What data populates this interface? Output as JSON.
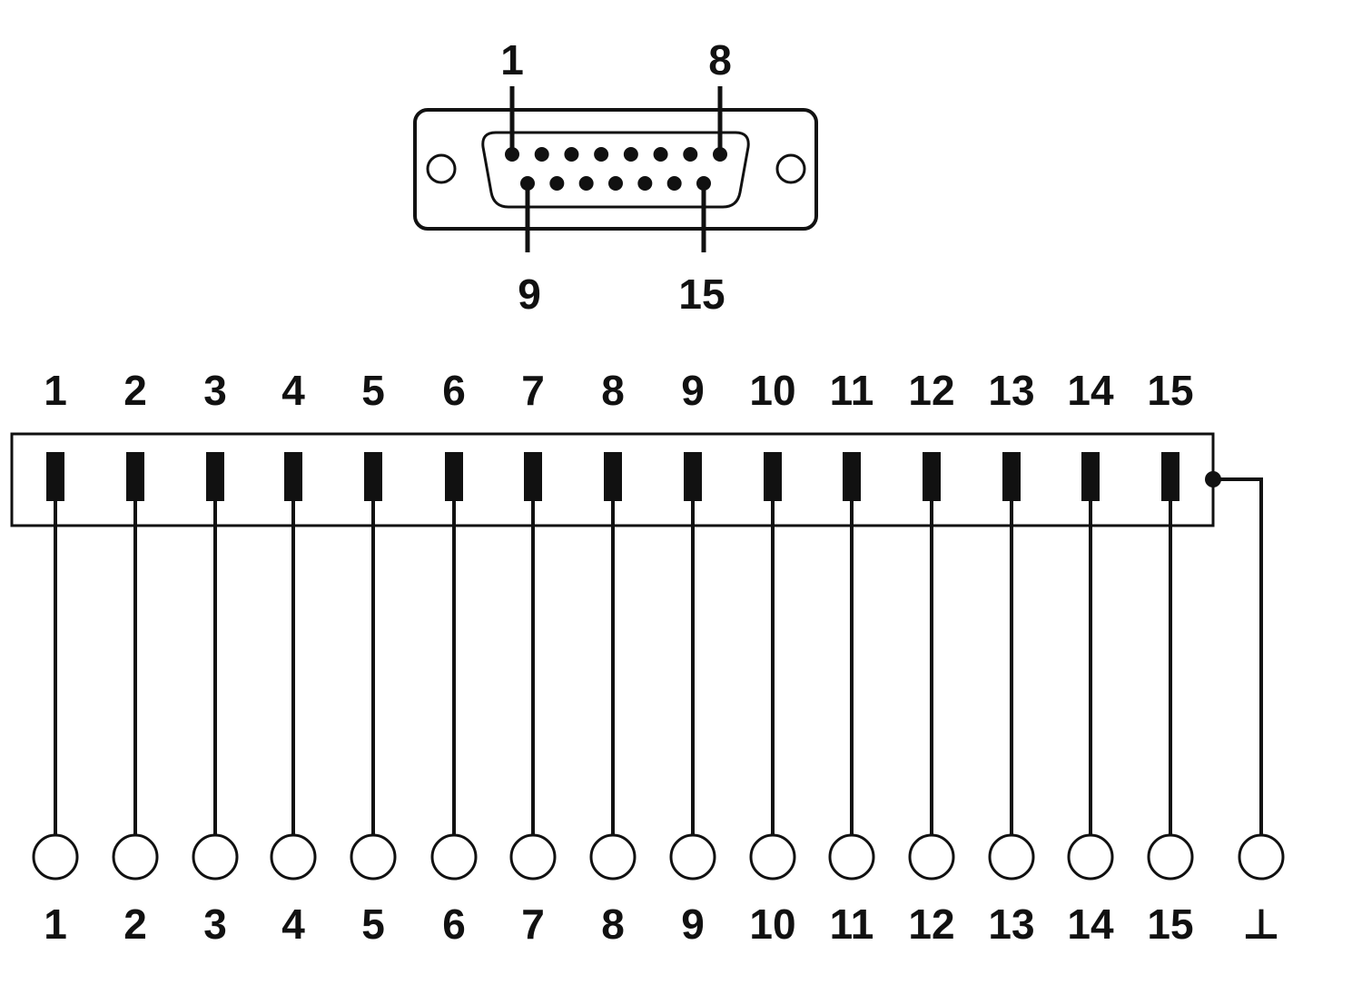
{
  "connector": {
    "top_left_label": "1",
    "top_right_label": "8",
    "bottom_left_label": "9",
    "bottom_right_label": "15",
    "top_row_pins": 8,
    "bottom_row_pins": 7
  },
  "header_labels": [
    "1",
    "2",
    "3",
    "4",
    "5",
    "6",
    "7",
    "8",
    "9",
    "10",
    "11",
    "12",
    "13",
    "14",
    "15"
  ],
  "terminal_labels": [
    "1",
    "2",
    "3",
    "4",
    "5",
    "6",
    "7",
    "8",
    "9",
    "10",
    "11",
    "12",
    "13",
    "14",
    "15",
    "⊥"
  ],
  "colors": {
    "ink": "#111111",
    "background": "#ffffff"
  }
}
